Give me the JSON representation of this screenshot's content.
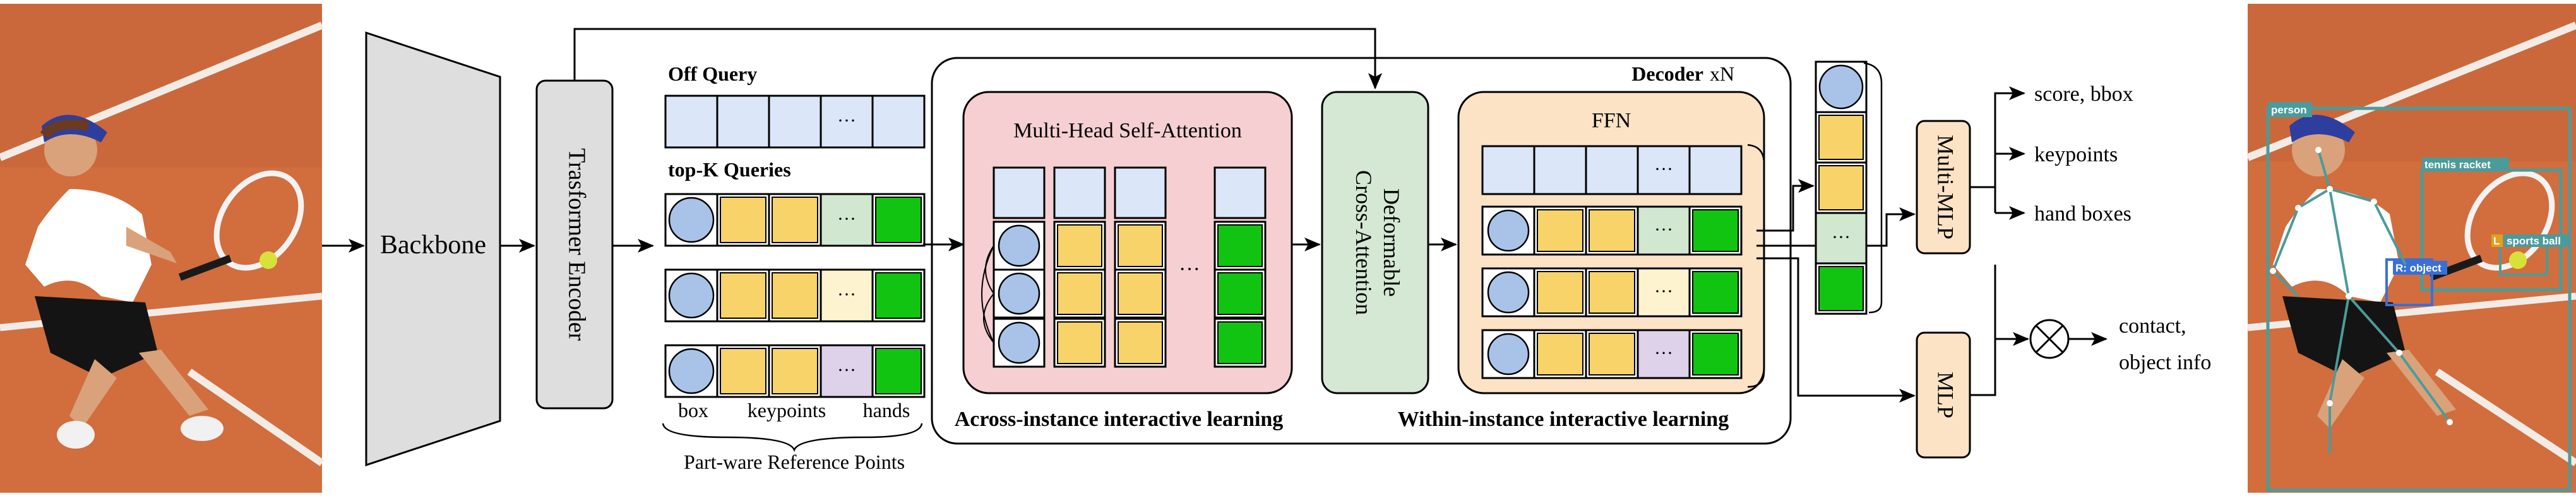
{
  "colors": {
    "query_blue": "#dbe7f8",
    "box_blue": "#a9c3e8",
    "keypoint_yellow": "#f7d36a",
    "hands_green": "#11c411",
    "off_green": "#d2e7cf",
    "off_yellow": "#fdf4cf",
    "off_purple": "#ddd2ea",
    "mhsa_pink": "#f5cfd1",
    "deform_green": "#d5e8d4",
    "ffn_orange": "#fde3c6",
    "gray_block": "#dedede",
    "detection_teal": "#4b9b9b"
  },
  "blocks": {
    "backbone": "Backbone",
    "encoder": "Trasformer Encoder",
    "decoder_title": "Decoder",
    "decoder_repeat": "xN",
    "mhsa": "Multi-Head Self-Attention",
    "deformable_line1": "Deformable",
    "deformable_line2": "Cross-Attention",
    "ffn": "FFN",
    "multi_mlp": "Multi-MLP",
    "mlp": "MLP"
  },
  "queries": {
    "off_query": "Off Query",
    "topk_queries": "top-K Queries",
    "ellipsis": "···",
    "col_box": "box",
    "col_keypoints": "keypoints",
    "col_hands": "hands",
    "reference_caption": "Part-ware Reference Points"
  },
  "labels": {
    "across": "Across-instance interactive learning",
    "within": "Within-instance interactive learning"
  },
  "outputs": {
    "score_bbox": "score, bbox",
    "keypoints": "keypoints",
    "hand_boxes": "hand boxes",
    "contact_line1": "contact,",
    "contact_line2": "object info"
  },
  "detections": {
    "person": "person",
    "tennis_racket": "tennis racket",
    "sports_ball": "sports ball",
    "l_label": "L",
    "r_object": "R: object"
  }
}
